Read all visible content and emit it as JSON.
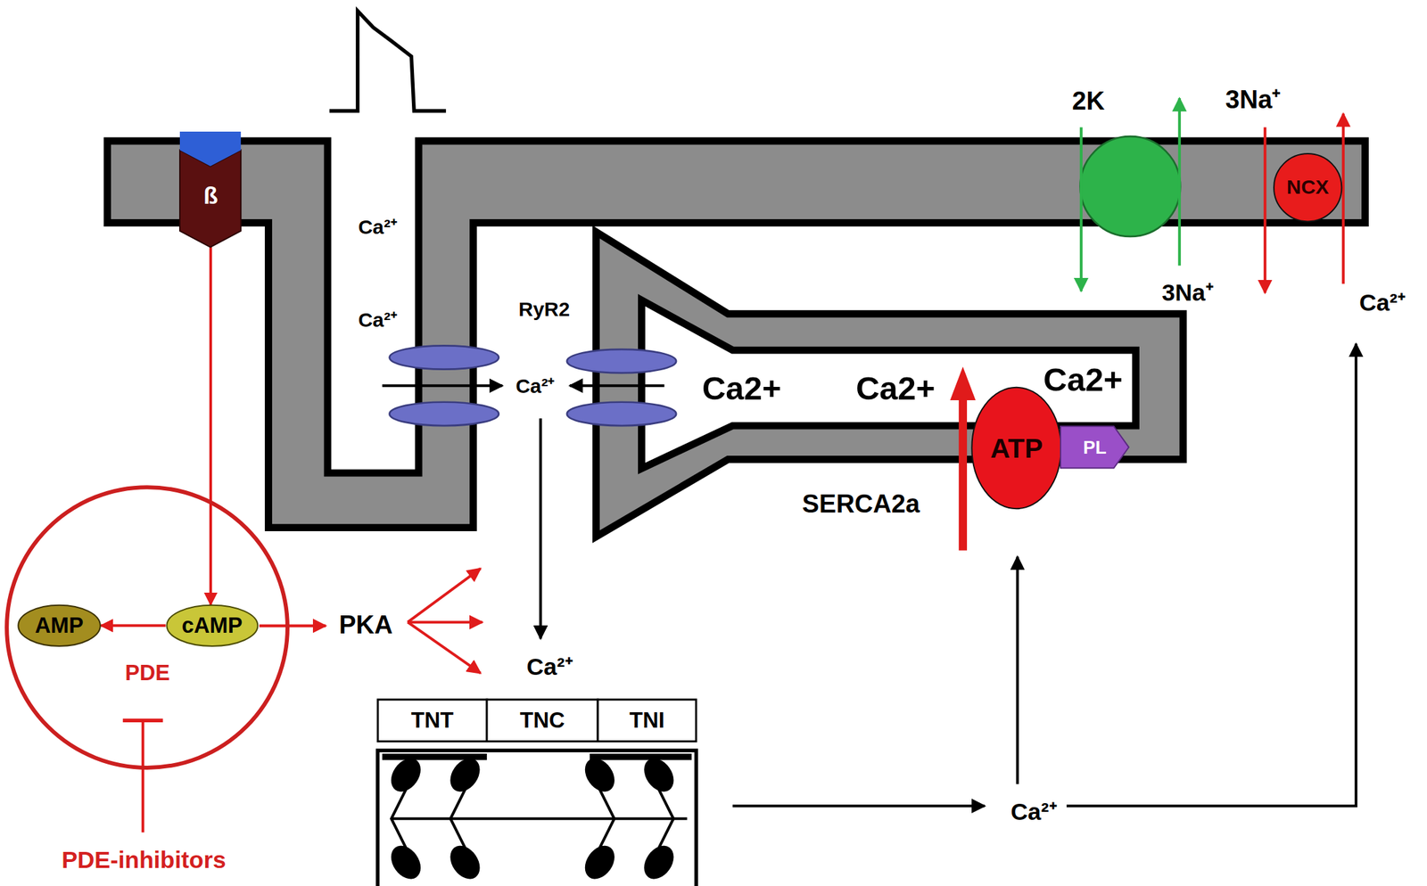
{
  "diagram": {
    "nodes": [
      {
        "text": [
          "ß"
        ]
      },
      {
        "text": [
          "NCX"
        ]
      },
      {
        "text": [
          "ATP"
        ]
      },
      {
        "text": [
          "PL"
        ]
      },
      {
        "text": [
          "PDE"
        ]
      },
      {
        "text": [
          "AMP"
        ],
        "in": 4
      },
      {
        "text": [
          "cAMP"
        ],
        "in": 4
      },
      {
        "text": [
          "TNT"
        ]
      },
      {
        "text": [
          "TNC"
        ]
      },
      {
        "text": [
          "TNI"
        ]
      }
    ],
    "edges": [
      {
        "from": 0,
        "to": 6,
        "arrow": "to"
      },
      {
        "from": 6,
        "to": 5,
        "arrow": "to"
      }
    ],
    "labels": [
      "Ca²⁺",
      "Ca²⁺",
      "RyR2",
      "Ca²⁺",
      "Ca2+",
      "Ca2+",
      "Ca2+",
      "SERCA2a",
      "2K",
      "3Na⁺",
      "3Na⁺",
      "Ca²⁺",
      "PKA",
      "Ca²⁺",
      "Ca²⁺",
      "PDE-inhibitors"
    ]
  }
}
